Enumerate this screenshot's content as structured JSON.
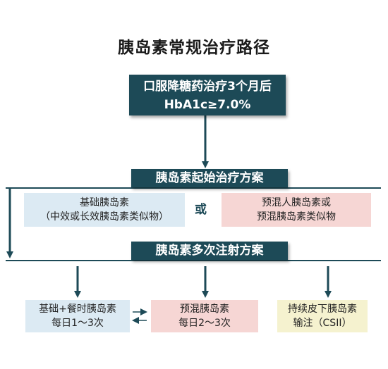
{
  "title": "胰岛素常规治疗路径",
  "top_box": {
    "line1": "口服降糖药治疗3个月后",
    "line2": "HbA1c≥7.0%"
  },
  "band1": {
    "label": "胰岛素起始治疗方案"
  },
  "option_left": {
    "line1": "基础胰岛素",
    "line2": "（中效或长效胰岛素类似物）"
  },
  "or_label": "或",
  "option_right": {
    "line1": "预混人胰岛素或",
    "line2": "预混胰岛素类似物"
  },
  "band2": {
    "label": "胰岛素多次注射方案"
  },
  "plan1": {
    "line1": "基础+餐时胰岛素",
    "line2": "每日1～3次"
  },
  "plan2": {
    "line1": "预混胰岛素",
    "line2": "每日2～3次"
  },
  "plan3": {
    "line1": "持续皮下胰岛素",
    "line2": "输注（CSII）"
  },
  "colors": {
    "dark_box": "#1d4a57",
    "blue_box": "#dceaf3",
    "pink_box": "#f6d6d4",
    "cream_box": "#f5f2cf",
    "connector": "#1d4a57"
  }
}
